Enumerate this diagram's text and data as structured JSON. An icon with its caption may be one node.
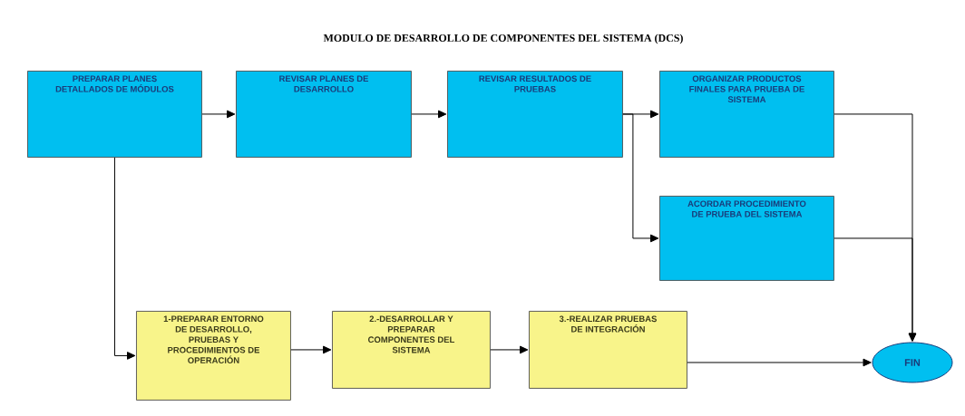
{
  "diagram": {
    "title": "MODULO DE DESARROLLO DE COMPONENTES DEL SISTEMA (DCS)",
    "nodes": [
      {
        "text": [
          "PREPARAR PLANES DETALLADOS DE MÓDULOS"
        ]
      },
      {
        "text": [
          "REVISAR PLANES DE DESARROLLO"
        ]
      },
      {
        "text": [
          "REVISAR RESULTADOS DE PRUEBAS"
        ]
      },
      {
        "text": [
          "ORGANIZAR PRODUCTOS FINALES PARA PRUEBA DE SISTEMA"
        ]
      },
      {
        "text": [
          "ACORDAR PROCEDIMIENTO DE PRUEBA DEL SISTEMA"
        ]
      },
      {
        "text": [
          "1-PREPARAR ENTORNO DE DESARROLLO, PRUEBAS Y PROCEDIMIENTOS DE OPERACIÓN"
        ]
      },
      {
        "text": [
          "2.-DESARROLLAR Y PREPARAR COMPONENTES DEL SISTEMA"
        ]
      },
      {
        "text": [
          "3.-REALIZAR PRUEBAS DE INTEGRACIÓN"
        ]
      },
      {
        "text": [
          "FIN"
        ]
      }
    ],
    "edges": [
      {
        "from": 0,
        "to": 1,
        "arrow": "to"
      },
      {
        "from": 1,
        "to": 2,
        "arrow": "to"
      },
      {
        "from": 2,
        "to": 3,
        "arrow": "to"
      },
      {
        "from": 2,
        "to": 4,
        "arrow": "to"
      },
      {
        "from": 3,
        "to": 8,
        "arrow": "to"
      },
      {
        "from": 4,
        "to": 8,
        "arrow": "to"
      },
      {
        "from": 0,
        "to": 5,
        "arrow": "to"
      },
      {
        "from": 5,
        "to": 6,
        "arrow": "to"
      },
      {
        "from": 6,
        "to": 7,
        "arrow": "to"
      },
      {
        "from": 7,
        "to": 8,
        "arrow": "to"
      }
    ]
  }
}
